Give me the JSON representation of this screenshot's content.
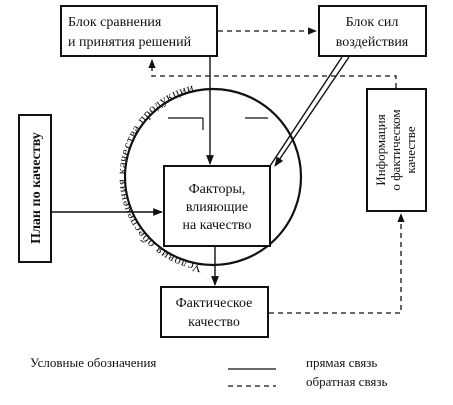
{
  "diagram": {
    "boxes": {
      "comparison": {
        "line1": "Блок сравнения",
        "line2": "и принятия решений"
      },
      "forces": {
        "line1": "Блок сил",
        "line2": "воздействия"
      },
      "plan": {
        "label": "План по качеству"
      },
      "info": {
        "line1": "Информация",
        "line2": "о фактическом",
        "line3": "качестве"
      },
      "factors": {
        "line1": "Факторы,",
        "line2": "влияющие",
        "line3": "на качество"
      },
      "actual": {
        "line1": "Фактическое",
        "line2": "качество"
      }
    },
    "circle_label": "Условия обеспечения качества продукции",
    "legend": {
      "title": "Условные обозначения",
      "direct": "прямая связь",
      "feedback": "обратная связь"
    }
  }
}
